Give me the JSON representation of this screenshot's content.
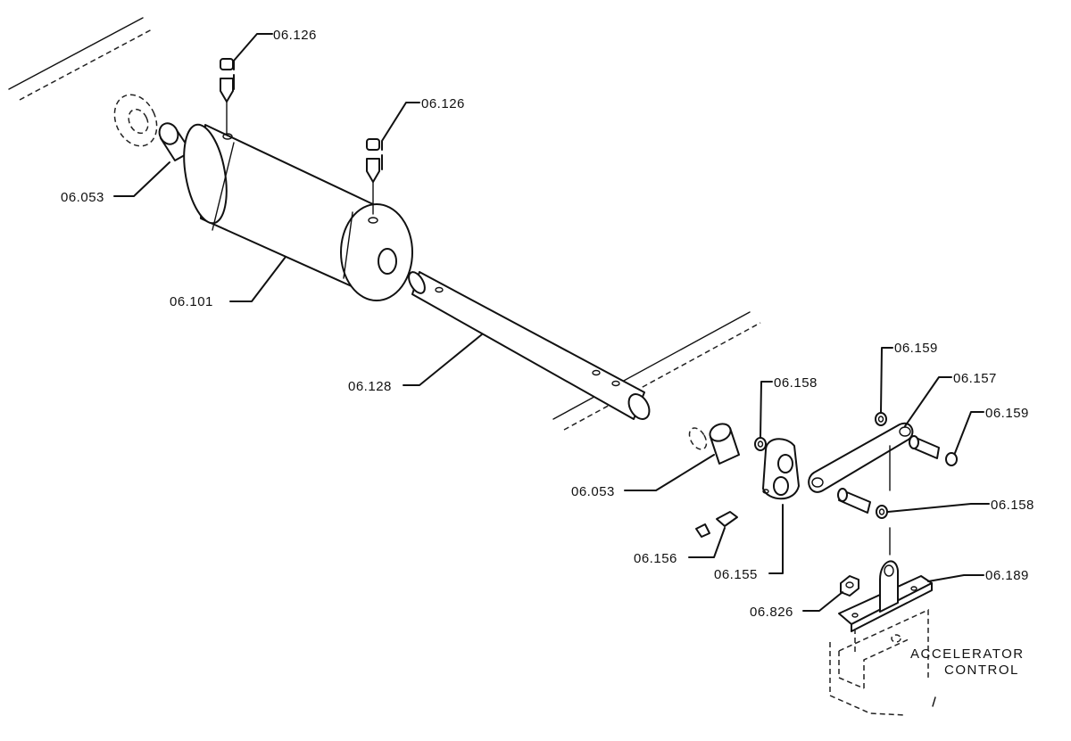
{
  "labels": {
    "washer_left": "06.053",
    "setscrew_top_a": "06.126",
    "setscrew_top_b": "06.126",
    "cylinder": "06.101",
    "shaft": "06.128",
    "washer_right": "06.053",
    "screw_small": "06.156",
    "block": "06.155",
    "ring_block": "06.158",
    "ring_top": "06.159",
    "link_bar": "06.157",
    "pin_right": "06.159",
    "ring_bottom": "06.158",
    "bracket": "06.189",
    "nut": "06.826"
  },
  "note": {
    "line1": "ACCELERATOR",
    "line2": "CONTROL"
  }
}
